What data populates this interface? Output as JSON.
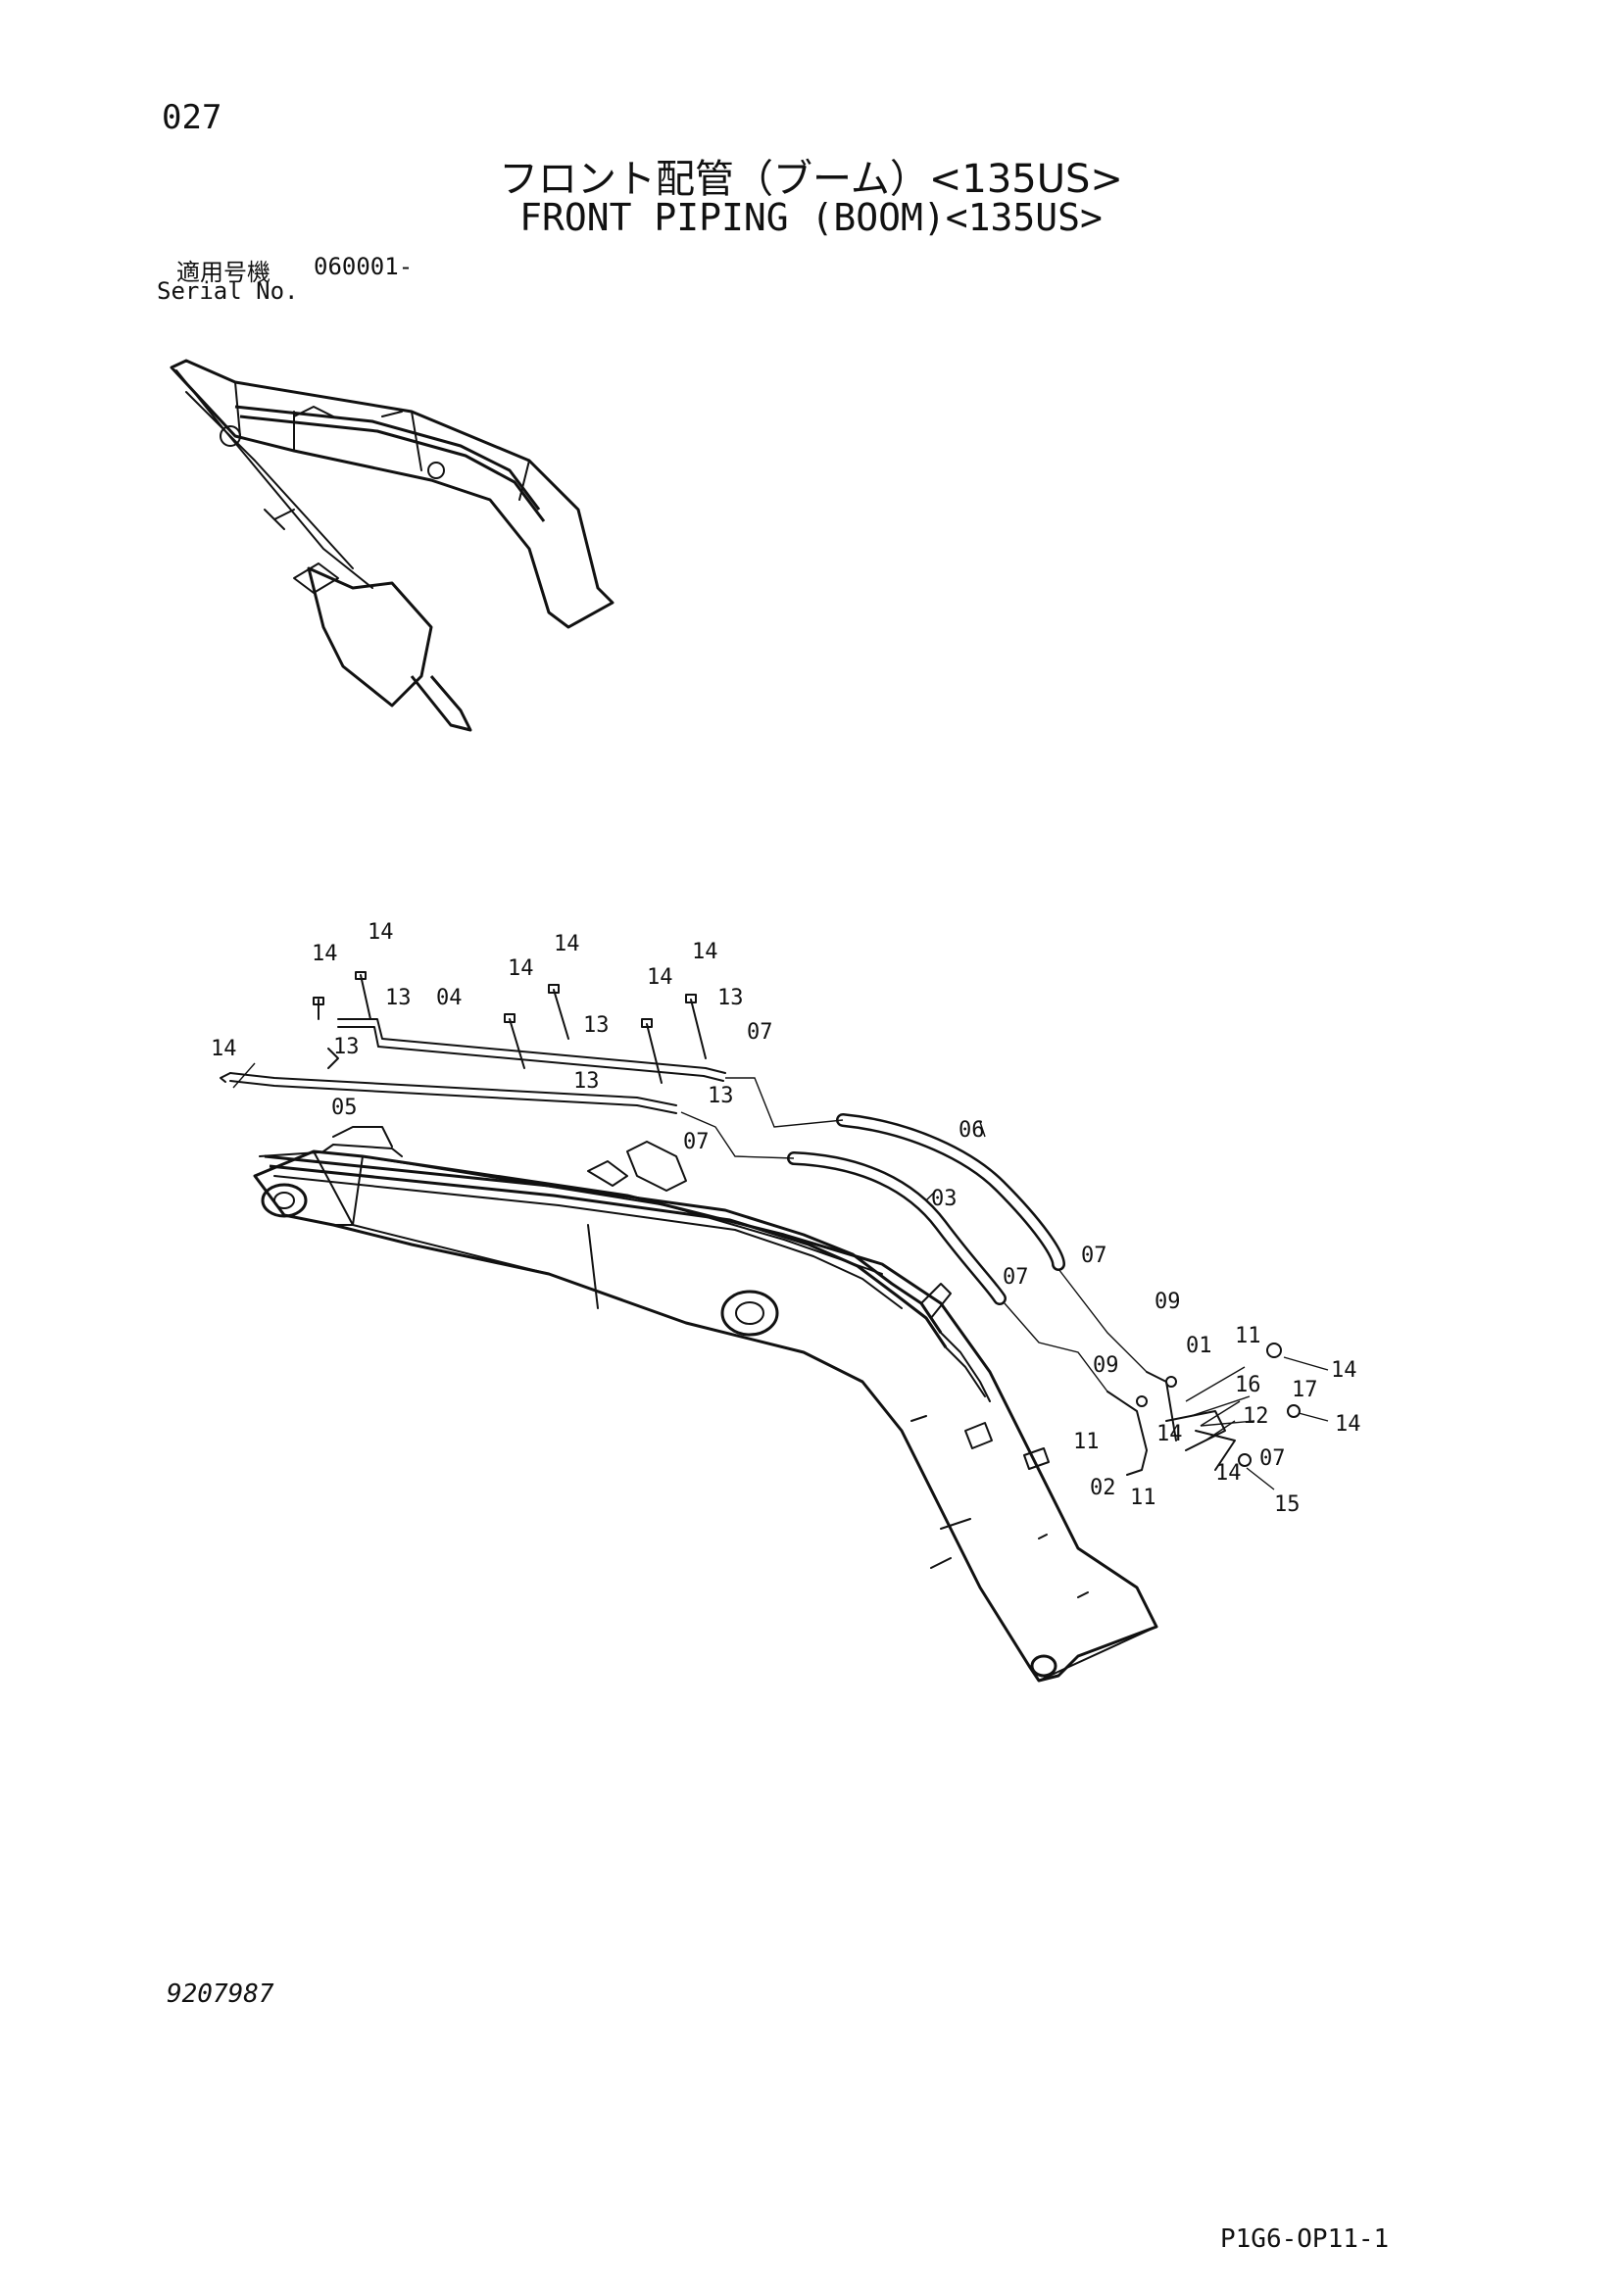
{
  "header": {
    "page_number": "027",
    "title_jp": "フロント配管（ブーム）<135US>",
    "title_en": "FRONT PIPING (BOOM)<135US>"
  },
  "serial": {
    "label_jp": "適用号機",
    "value": "060001-",
    "label_en": "Serial No."
  },
  "footer": {
    "drawing_number": "9207987",
    "page_code": "P1G6-OP11-1"
  },
  "callouts": [
    "14",
    "14",
    "14",
    "14",
    "14",
    "14",
    "14",
    "13",
    "04",
    "13",
    "13",
    "13",
    "13",
    "07",
    "13",
    "05",
    "07",
    "06",
    "03",
    "07",
    "07",
    "09",
    "01",
    "11",
    "14",
    "09",
    "16",
    "17",
    "14",
    "12",
    "14",
    "11",
    "14",
    "07",
    "02",
    "11",
    "15"
  ]
}
